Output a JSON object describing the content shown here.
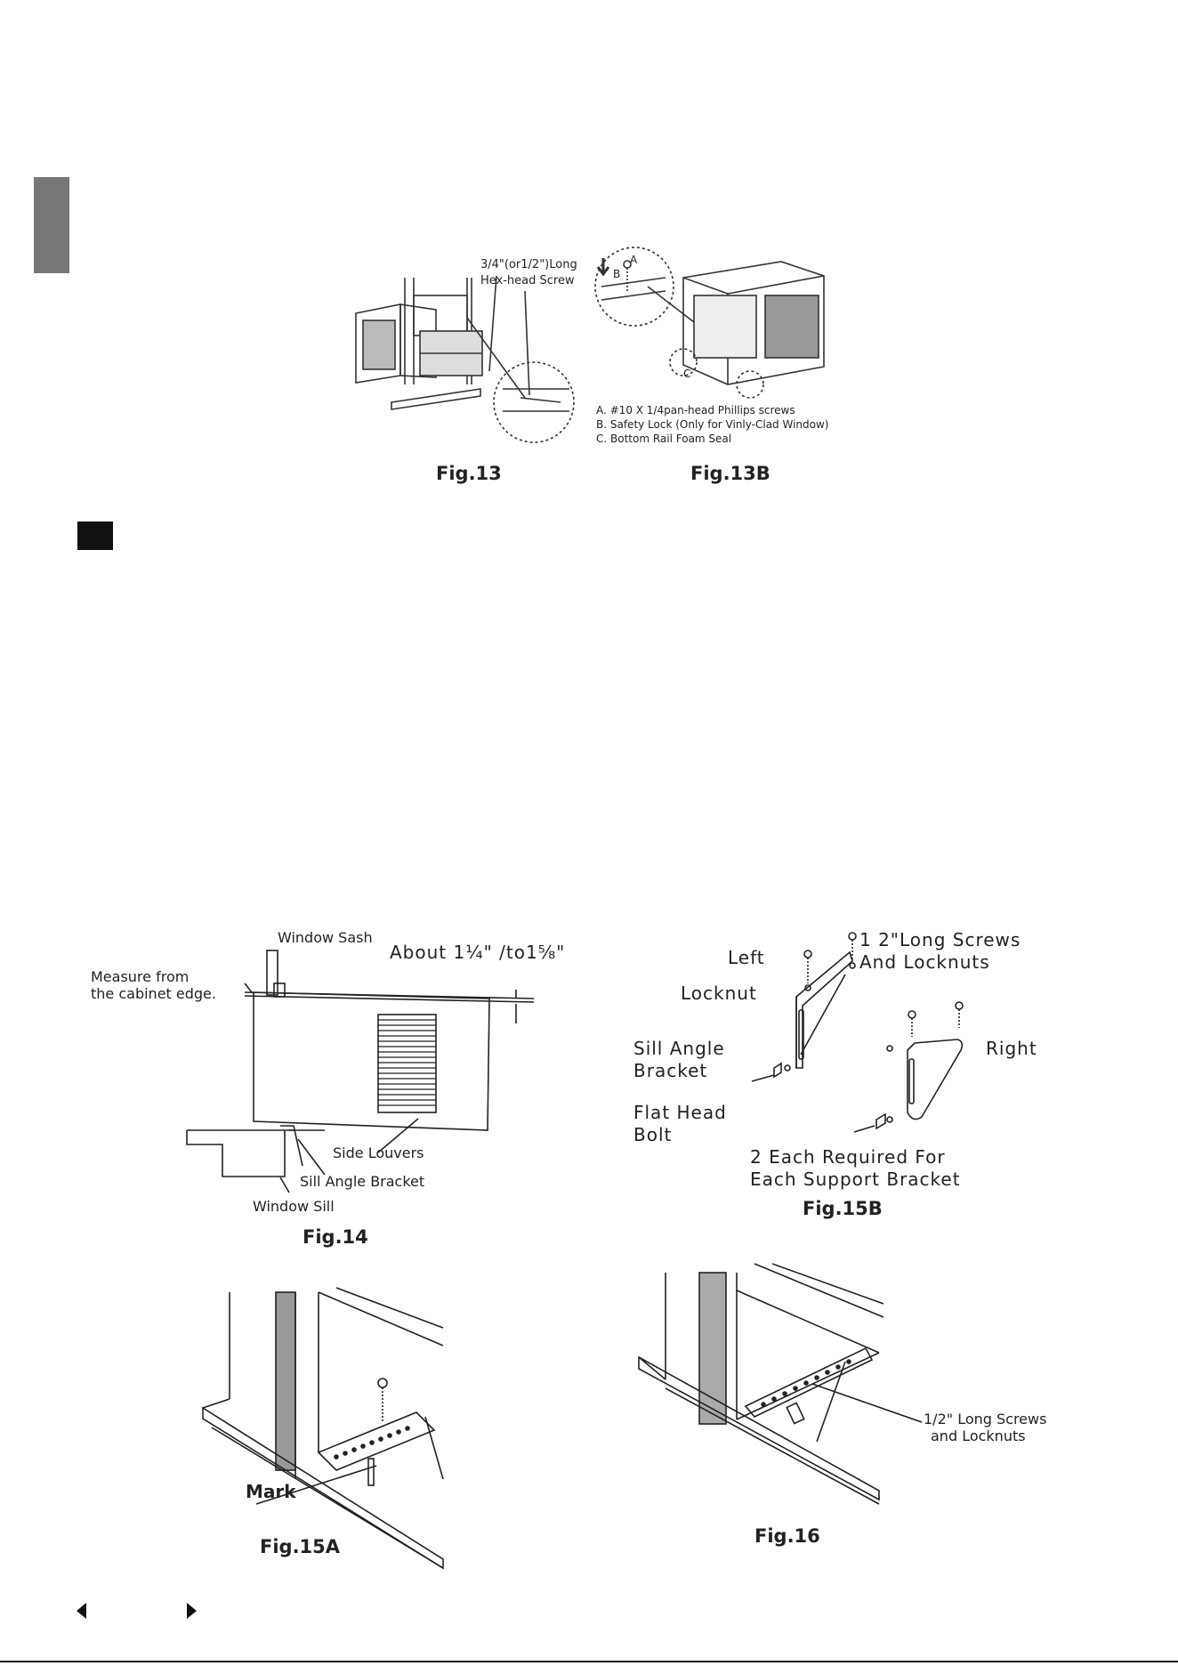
{
  "figures": {
    "fig13": {
      "caption": "Fig.13",
      "screw_label_line1": "3/4\"(or1/2\")Long",
      "screw_label_line2": "Hex-head Screw"
    },
    "fig13b": {
      "caption": "Fig.13B",
      "callout_a": "A",
      "callout_b": "B",
      "callout_c": "C",
      "legend": [
        "A. #10 X 1/4pan-head Phillips screws",
        "B. Safety Lock (Only for Vinly-Clad Window)",
        "C. Bottom Rail Foam Seal"
      ]
    },
    "fig14": {
      "caption": "Fig.14",
      "window_sash": "Window Sash",
      "measure_line1": "Measure from",
      "measure_line2": "the cabinet edge.",
      "about": "About 1¼\" /to1⅝\"",
      "side_louvers": "Side Louvers",
      "sill_angle_bracket": "Sill Angle Bracket",
      "window_sill": "Window Sill"
    },
    "fig15b": {
      "caption": "Fig.15B",
      "screws_line1": "1 2\"Long Screws",
      "screws_line2": "And Locknuts",
      "left": "Left",
      "locknut": "Locknut",
      "sill_line1": "Sill Angle",
      "sill_line2": "Bracket",
      "right": "Right",
      "bolt_line1": "Flat Head",
      "bolt_line2": "Bolt",
      "required_line1": "2 Each Required For",
      "required_line2": "Each Support Bracket"
    },
    "fig15a": {
      "caption": "Fig.15A",
      "mark": "Mark"
    },
    "fig16": {
      "caption": "Fig.16",
      "screws_line1": "1/2\" Long Screws",
      "screws_line2": "and Locknuts"
    }
  },
  "nav": {
    "prev_icon": "triangle-left-icon",
    "next_icon": "triangle-right-icon"
  }
}
